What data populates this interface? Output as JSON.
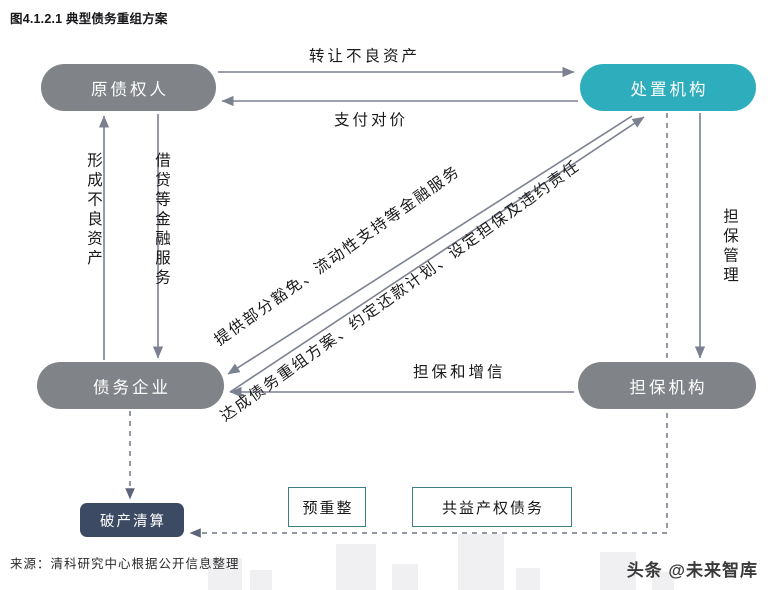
{
  "title": "图4.1.2.1 典型债务重组方案",
  "colors": {
    "node_gray": "#808387",
    "node_accent_teal": "#2eadbc",
    "node_navy": "#3d4a63",
    "tag_border_teal": "#3c7f85",
    "line_gray": "#7b8191"
  },
  "nodes": {
    "original_creditor": "原债权人",
    "disposal_agency": "处置机构",
    "debtor_company": "债务企业",
    "guarantee_agency": "担保机构",
    "bankruptcy_liquidation": "破产清算"
  },
  "edge_labels": {
    "transfer_bad_assets": "转让不良资产",
    "pay_consideration": "支付对价",
    "guarantee_and_credit_enhancement": "担保和增信",
    "form_bad_assets": "形成不良资产",
    "lending_and_financial_services": "借贷等金融服务",
    "guarantee_management": "担保管理",
    "partial_waiver_liquidity": "提供部分豁免、流动性支持等金融服务",
    "restructuring_plan": "达成债务重组方案、约定还款计划、设定担保及违约责任"
  },
  "tags": {
    "pre_restructuring": "预重整",
    "common_benefit_property_debt": "共益产权债务"
  },
  "footer": {
    "source": "来源：清科研究中心根据公开信息整理",
    "watermark": "头条 @未来智库"
  }
}
